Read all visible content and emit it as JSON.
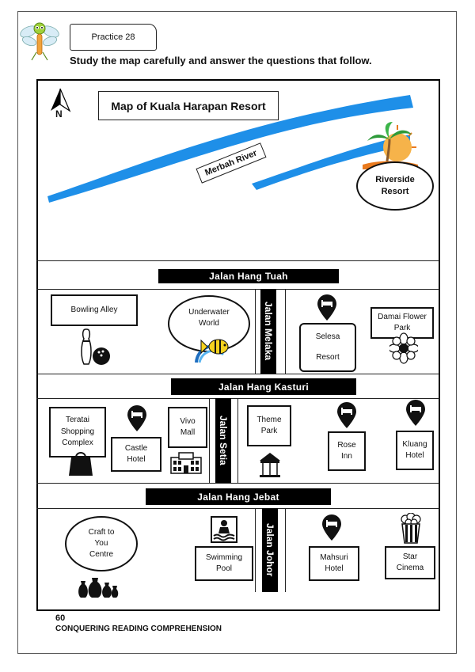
{
  "header": {
    "practice_label": "Practice 28",
    "instruction": "Study the map carefully and answer the questions that follow."
  },
  "map": {
    "title": "Map of Kuala Harapan Resort",
    "compass_label": "N",
    "river_label": "Merbah River",
    "roads": {
      "hang_tuah": "Jalan Hang Tuah",
      "hang_kasturi": "Jalan Hang Kasturi",
      "hang_jebat": "Jalan Hang Jebat",
      "melaka": "Jalan Melaka",
      "setia": "Jalan Setia",
      "johor": "Jalan Johor"
    },
    "places": {
      "riverside_resort": [
        "Riverside",
        "Resort"
      ],
      "bowling_alley": "Bowling Alley",
      "underwater_world": [
        "Underwater",
        "World"
      ],
      "selesa_resort": [
        "Selesa",
        "Resort"
      ],
      "damai_flower_park": [
        "Damai Flower",
        "Park"
      ],
      "teratai": [
        "Teratai",
        "Shopping",
        "Complex"
      ],
      "castle_hotel": [
        "Castle",
        "Hotel"
      ],
      "vivo_mall": [
        "Vivo",
        "Mall"
      ],
      "theme_park": [
        "Theme",
        "Park"
      ],
      "rose_inn": [
        "Rose",
        "Inn"
      ],
      "kluang_hotel": [
        "Kluang",
        "Hotel"
      ],
      "craft_centre": [
        "Craft to",
        "You",
        "Centre"
      ],
      "swimming_pool": [
        "Swimming",
        "Pool"
      ],
      "mahsuri_hotel": [
        "Mahsuri",
        "Hotel"
      ],
      "star_cinema": [
        "Star",
        "Cinema"
      ]
    },
    "icons": [
      "dragonfly-mascot-icon",
      "north-arrow-icon",
      "palm-tree-sunset-icon",
      "bowling-icon",
      "fish-icon",
      "hotel-pin-icon",
      "flower-icon",
      "shopping-bag-icon",
      "building-icon",
      "carousel-icon",
      "swimmer-icon",
      "popcorn-icon",
      "pottery-icon"
    ],
    "colors": {
      "river": "#1e8fe8",
      "road": "#000000"
    }
  },
  "footer": {
    "page_number": "60",
    "book_title": "CONQUERING READING COMPREHENSION"
  }
}
